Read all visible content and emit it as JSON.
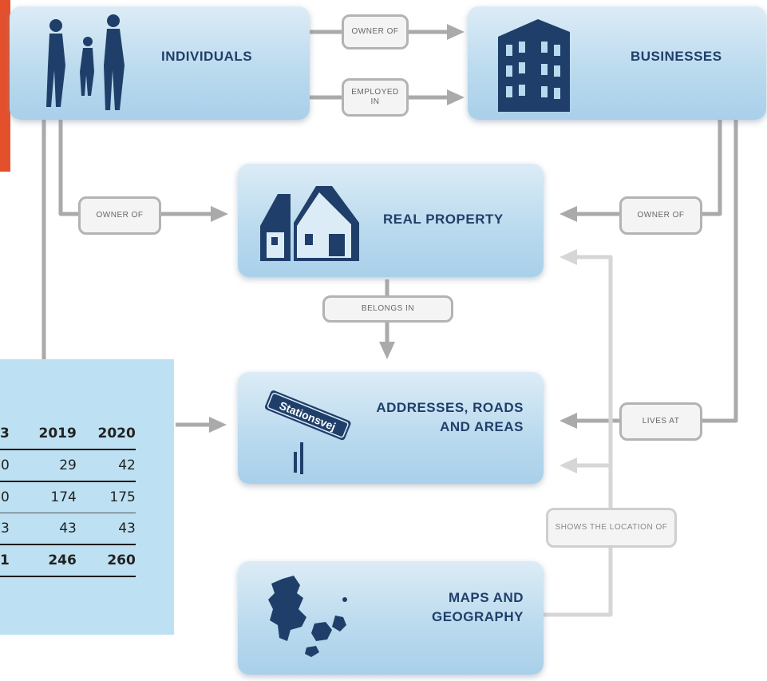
{
  "entities": {
    "individuals": "INDIVIDUALS",
    "businesses": "BUSINESSES",
    "real_property": "REAL PROPERTY",
    "addresses": "ADDRESSES, ROADS AND AREAS",
    "maps": "MAPS AND GEOGRAPHY",
    "sign_text": "Stationsvej"
  },
  "relations": {
    "owner_of_business": "OWNER OF",
    "employed_in": "EMPLOYED IN",
    "owner_of_individual_property": "OWNER OF",
    "owner_of_business_property": "OWNER OF",
    "belongs_in": "BELONGS IN",
    "lives_at": "LIVES AT",
    "shows_location_of": "SHOWS THE LOCATION OF"
  },
  "table": {
    "columns": [
      "",
      "2019",
      "2020"
    ],
    "rows": [
      [
        "0",
        "29",
        "42"
      ],
      [
        "0",
        "174",
        "175"
      ],
      [
        "3",
        "43",
        "43"
      ]
    ],
    "total": [
      "1",
      "246",
      "260"
    ],
    "header_first": "3"
  },
  "colors": {
    "box_title": "#1f3f6a",
    "arrow_dark": "#a8a8a8",
    "arrow_light": "#d4d4d4",
    "accent_orange": "#e5502c",
    "table_bg": "#bde1f2"
  }
}
